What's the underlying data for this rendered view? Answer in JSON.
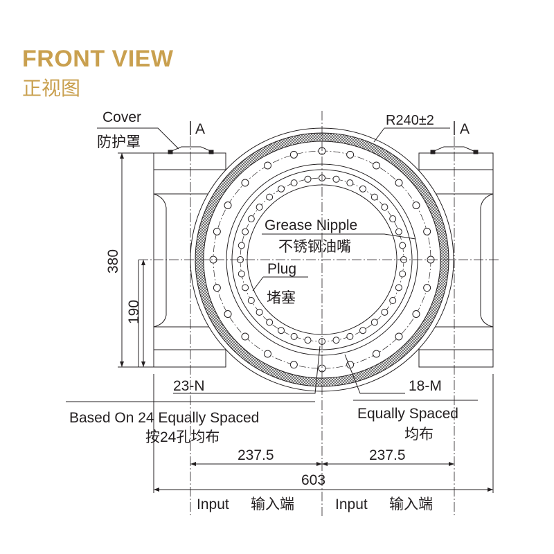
{
  "header": {
    "title": "FRONT VIEW",
    "subtitle": "正视图",
    "accent_color": "#c9a04f"
  },
  "labels": {
    "cover_en": "Cover",
    "cover_cn": "防护罩",
    "section_left": "A",
    "section_right": "A",
    "radius": "R240±2",
    "grease_en": "Grease Nipple",
    "grease_cn": "不锈钢油嘴",
    "plug_en": "Plug",
    "plug_cn": "堵塞",
    "holes_left": "23-N",
    "holes_right": "18-M",
    "based_en": "Based On 24 Equally Spaced",
    "based_cn": "按24孔均布",
    "equal_en": "Equally Spaced",
    "equal_cn": "均布",
    "input_left_en": "Input",
    "input_left_cn": "输入端",
    "input_right_en": "Input",
    "input_right_cn": "输入端"
  },
  "dimensions": {
    "height_total": "380",
    "height_half": "190",
    "half_left": "237.5",
    "half_right": "237.5",
    "width_total": "603"
  },
  "bolt_circles": {
    "outer_holes": 24,
    "inner_holes": 18
  }
}
